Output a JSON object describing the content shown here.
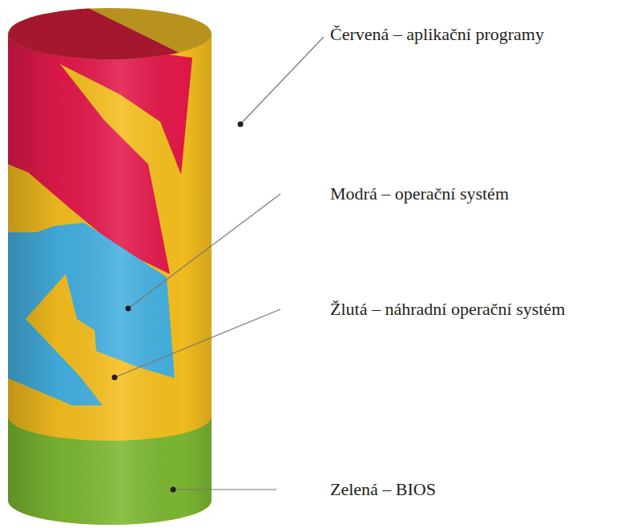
{
  "diagram": {
    "labels": [
      "Červená – aplikační programy",
      "Modrá – operační systém",
      "Žlutá – náhradní operační systém",
      "Zelená – BIOS"
    ]
  }
}
